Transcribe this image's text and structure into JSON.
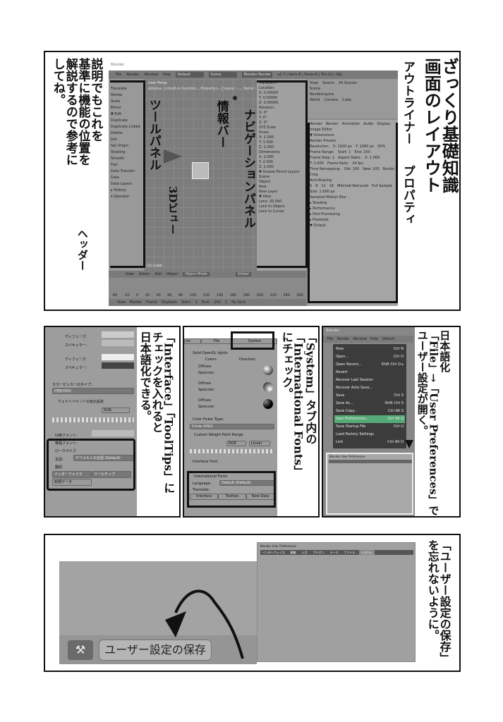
{
  "panel1": {
    "title_lines": [
      "ざっくり基礎知識",
      "画面のレイアウト"
    ],
    "intro_lines": [
      "説明でもこれを",
      "基準に機能の位置を",
      "解説するので参考に",
      "してね。"
    ],
    "labels": {
      "outliner": "アウトライナー",
      "properties": "プロパティ",
      "navigation_panel": "ナビゲーションパネル",
      "info_bar": "情報バー",
      "tool_panel": "ツールパネル",
      "view3d": "3Dビュー",
      "header": "ヘッダー"
    },
    "blender": {
      "window_title": "Blender",
      "menu": [
        "File",
        "Render",
        "Window",
        "Help"
      ],
      "layout": "Default",
      "scene": "Scene",
      "engine": "Blender Render",
      "stats": "v2.7 | Verts:8 | Faces:6 | Tris:12 | Obj",
      "tools": [
        "Translate",
        "Rotate",
        "Scale",
        "Mirror",
        "▼ Edit",
        "Duplicate",
        "Duplicate Linked",
        "Delete",
        "Join",
        "Set Origin",
        "Shading:",
        "Smooth",
        "Flat",
        "Data Transfer:",
        "Data",
        "Data Layers",
        "▸ History",
        "▾ Operator"
      ],
      "viewport_title": "User Persp",
      "viewport_status": "$Status: (<built-in function ...Property>, {'name': ..., 'items': [('UNDEFINED', 'Undefined', '', ...",
      "viewport_object": "(1) Cube",
      "nav": [
        "Transform",
        "Location:",
        "X: 0.00000",
        "Y: 0.00000",
        "Z: 0.00000",
        "Rotation:",
        "X: 0°",
        "Y: 0°",
        "Z: 0°",
        "XYZ Euler",
        "Scale:",
        "X: 1.000",
        "Y: 1.000",
        "Z: 1.000",
        "Dimensions:",
        "X: 2.000",
        "Y: 2.000",
        "Z: 2.000",
        "▼ Grease Pencil Layers",
        "Scene",
        "Object",
        "New",
        "New Layer",
        "▼ View",
        "Lens: 35.000",
        "Lock to Object:",
        "Lock to Cursor"
      ],
      "outliner": [
        "View",
        "Search",
        "All Scenes",
        "Scene",
        "RenderLayers",
        "World",
        "Camera",
        "Cube"
      ],
      "props": [
        "Render",
        "Render",
        "Animation",
        "Audio",
        "Display:",
        "Image Editor",
        "▼ Dimensions",
        "Render Presets",
        "Resolution:",
        "X: 1920 px",
        "Y: 1080 px",
        "50%",
        "Frame Range:",
        "Start: 1",
        "End: 250",
        "Frame Step: 1",
        "Aspect Ratio:",
        "X: 1.000",
        "Y: 1.000",
        "Frame Rate:",
        "24 fps",
        "Time Remapping:",
        "Old: 100",
        "New: 100",
        "Border",
        "Crop",
        "Anti-Aliasing",
        "5",
        "8",
        "11",
        "16",
        "Mitchell-Netravali",
        "Full Sample",
        "Size: 1.000 px",
        "Sampled Motion Blur",
        "▸ Shading",
        "▸ Performance",
        "▸ Post Processing",
        "▸ Freestyle",
        "▼ Output"
      ],
      "header": [
        "View",
        "Select",
        "Add",
        "Object",
        "Object Mode",
        "Global"
      ],
      "timeline_ticks": [
        "-40",
        "-20",
        "0",
        "20",
        "40",
        "60",
        "80",
        "100",
        "120",
        "140",
        "160",
        "180",
        "200",
        "220",
        "240",
        "260"
      ],
      "timeline_bar": [
        "View",
        "Marker",
        "Frame",
        "Playback",
        "Start:",
        "1",
        "End:",
        "250",
        "1",
        "No Sync"
      ]
    }
  },
  "panel2a": {
    "caption_lines": [
      "「Interface」「ToolTips」に",
      "チェックを入れると",
      "日本語化できる。"
    ],
    "ui": {
      "diffuse": "ディフューズ:",
      "specular": "スペキュラー:",
      "color_picker_type": "カラーピッカーのタイプ:",
      "color_picker_value": "円形(HSV)",
      "weight_paint": "ウェイトペイントの色の設定",
      "rgb": "RGB",
      "ui_font": "UI用フォント:",
      "mono_font": "等幅フォント:",
      "localize": "ローカライズ",
      "language_label": "言語:",
      "language_value": "デフォルトの言語 (Default)",
      "translate_label": "翻訳:",
      "tabs": [
        "インターフェイス",
        "ツールチップ",
        "新規データ"
      ]
    }
  },
  "panel2b": {
    "caption_lines": [
      "「System」タブ内の",
      "「International Fonts」",
      "にチェック。"
    ],
    "ui": {
      "tabs": [
        "es",
        "File",
        "System"
      ],
      "solid_lights": "Solid OpenGL lights:",
      "colors": "Colors:",
      "direction": "Direction:",
      "diffuse": "Diffuse:",
      "specular": "Specular:",
      "color_picker_type": "Color Picker Type:",
      "color_picker_value": "Circle (HSV)",
      "custom_weight": "Custom Weight Paint Range",
      "rgb": "RGB",
      "linear": "Linear",
      "interface_font": "Interface Font:",
      "intl_fonts": "International Fonts",
      "language_label": "Language:",
      "language_value": "Default (Default)",
      "translate_label": "Translate:",
      "translate_buttons": [
        "Interface",
        "Tooltips",
        "New Data"
      ]
    }
  },
  "panel2c": {
    "caption_lines": [
      "日本語化",
      "「File」→「User Preferences」で",
      "ユーザー設定が開く。"
    ],
    "ui": {
      "window_title": "Blender",
      "menu": [
        "File",
        "Render",
        "Window",
        "Help"
      ],
      "layout": "Default",
      "file_menu": [
        {
          "label": "New",
          "shortcut": "Ctrl N"
        },
        {
          "label": "Open...",
          "shortcut": "Ctrl O"
        },
        {
          "label": "Open Recent...",
          "shortcut": "Shift Ctrl O ▸"
        },
        {
          "label": "Revert",
          "shortcut": ""
        },
        {
          "label": "Recover Last Session",
          "shortcut": ""
        },
        {
          "label": "Recover Auto Save...",
          "shortcut": ""
        },
        {
          "label": "Save",
          "shortcut": "Ctrl S"
        },
        {
          "label": "Save As...",
          "shortcut": "Shift Ctrl S"
        },
        {
          "label": "Save Copy...",
          "shortcut": "Ctrl Alt S"
        },
        {
          "label": "User Preferences...",
          "shortcut": "Ctrl Alt U"
        },
        {
          "label": "Save Startup File",
          "shortcut": "Ctrl U"
        },
        {
          "label": "Load Factory Settings",
          "shortcut": ""
        },
        {
          "label": "Link",
          "shortcut": "Ctrl Alt O"
        }
      ],
      "prefs_title": "Blender User Preferences"
    }
  },
  "panel3": {
    "caption_lines": [
      "「ユーザー設定の保存」",
      "を忘れないように。"
    ],
    "save_button": "ユーザー設定の保存",
    "prefs_title": "Blender User Preferences",
    "prefs_tabs": [
      "インターフェイス",
      "編集",
      "入力",
      "アドオン",
      "テーマ",
      "ファイル",
      "システム"
    ]
  }
}
